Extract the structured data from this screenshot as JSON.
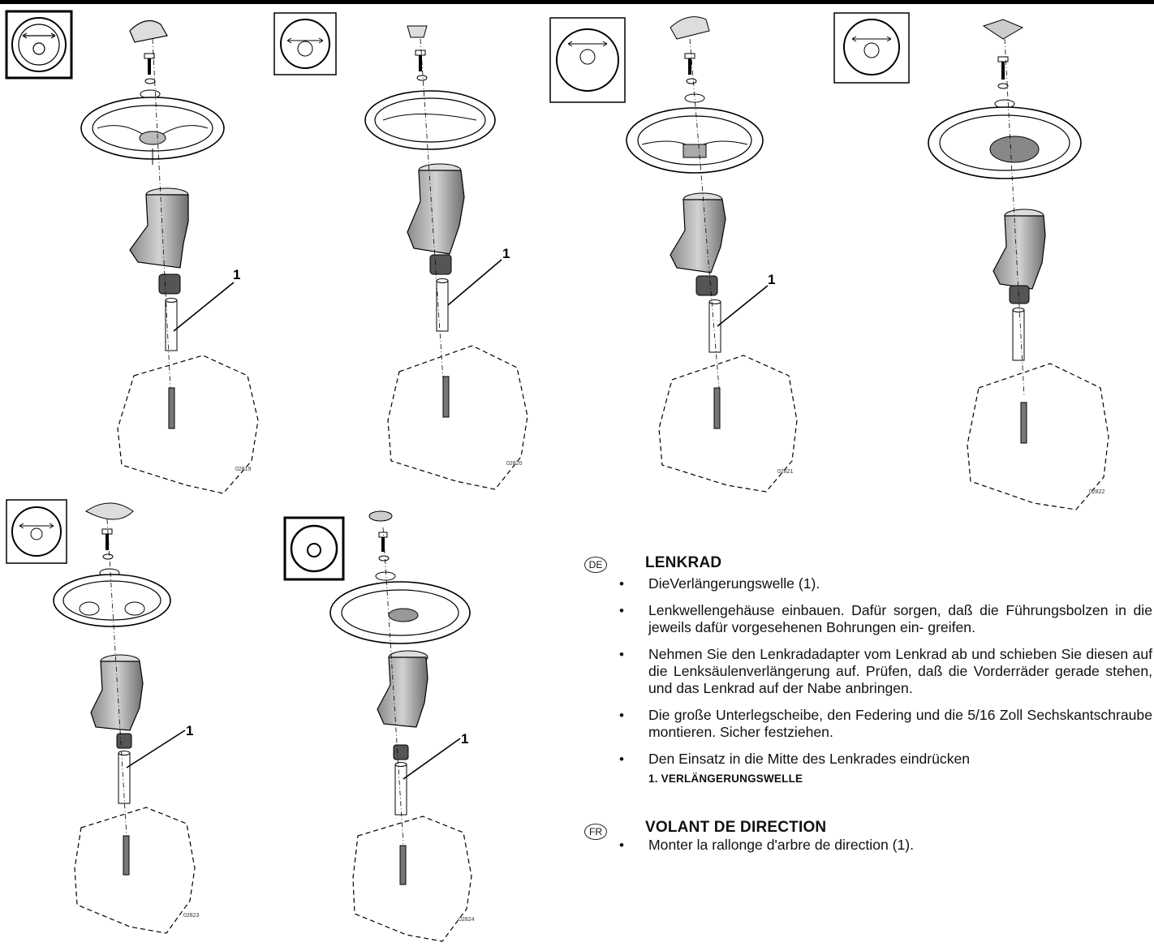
{
  "figures": [
    {
      "callout": "1",
      "part_no": "02819"
    },
    {
      "callout": "1",
      "part_no": "02820"
    },
    {
      "callout": "1",
      "part_no": "02821"
    },
    {
      "callout": "",
      "part_no": "02822"
    },
    {
      "callout": "1",
      "part_no": "02823"
    },
    {
      "callout": "1",
      "part_no": "02824"
    }
  ],
  "sections": {
    "de": {
      "lang": "DE",
      "title": "LENKRAD",
      "steps": [
        "DieVerlängerungswelle (1).",
        "Lenkwellengehäuse einbauen. Dafür sorgen, daß die Führungsbolzen in die jeweils dafür vorgesehenen Bohrungen ein- greifen.",
        "Nehmen Sie den Lenkradadapter vom Lenkrad ab und schieben Sie diesen auf die Lenksäulenverlängerung auf.  Prüfen, daß die Vorderräder gerade stehen, und das Lenkrad auf der Nabe anbringen.",
        "Die große Unterlegscheibe, den Federing und die 5/16 Zoll Sechskantschraube montieren. Sicher festziehen.",
        "Den Einsatz in die Mitte des Lenkrades eindrücken"
      ],
      "caption": "1. VERLÄNGERUNGSWELLE"
    },
    "fr": {
      "lang": "FR",
      "title": "VOLANT DE DIRECTION",
      "steps": [
        "Monter la rallonge d'arbre de direction (1)."
      ]
    }
  }
}
